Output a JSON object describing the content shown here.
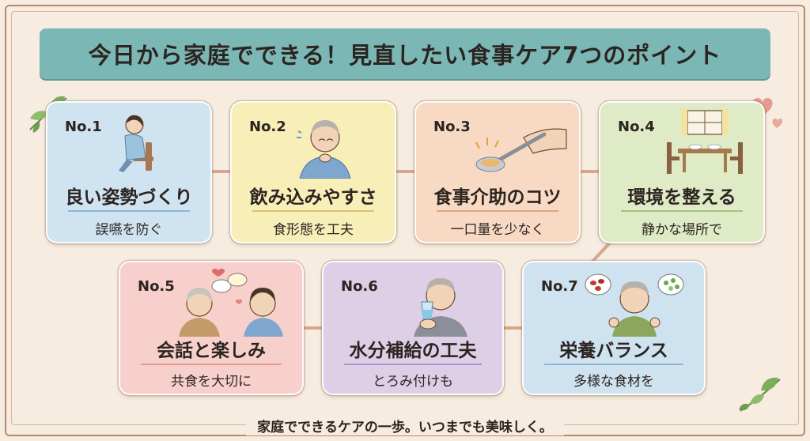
{
  "title": "今日から家庭でできる！見直したい食事ケア7つのポイント",
  "footer": "家庭でできるケアの一歩。いつまでも美味しく。",
  "colors": {
    "banner": "#7bb7b5",
    "connector": "#d9a58f",
    "card1": "#cfe3f0",
    "card2": "#f8eeb8",
    "card3": "#f8d9c4",
    "card4": "#deebc6",
    "card5": "#f7d0cc",
    "card6": "#dccfe6",
    "card7": "#cfe2ef"
  },
  "cards": [
    {
      "num": "No.1",
      "title": "良い姿勢づくり",
      "sub": "誤嚥を防ぐ",
      "icon": "seated-person-icon"
    },
    {
      "num": "No.2",
      "title": "飲み込みやすさ",
      "sub": "食形態を工夫",
      "icon": "swallowing-elder-icon"
    },
    {
      "num": "No.3",
      "title": "食事介助のコツ",
      "sub": "一口量を少なく",
      "icon": "spoon-icon"
    },
    {
      "num": "No.4",
      "title": "環境を整える",
      "sub": "静かな場所で",
      "icon": "dining-table-icon"
    },
    {
      "num": "No.5",
      "title": "会話と楽しみ",
      "sub": "共食を大切に",
      "icon": "conversation-icon"
    },
    {
      "num": "No.6",
      "title": "水分補給の工夫",
      "sub": "とろみ付けも",
      "icon": "drinking-elder-icon"
    },
    {
      "num": "No.7",
      "title": "栄養バランス",
      "sub": "多様な食材を",
      "icon": "nutrition-elder-icon"
    }
  ]
}
